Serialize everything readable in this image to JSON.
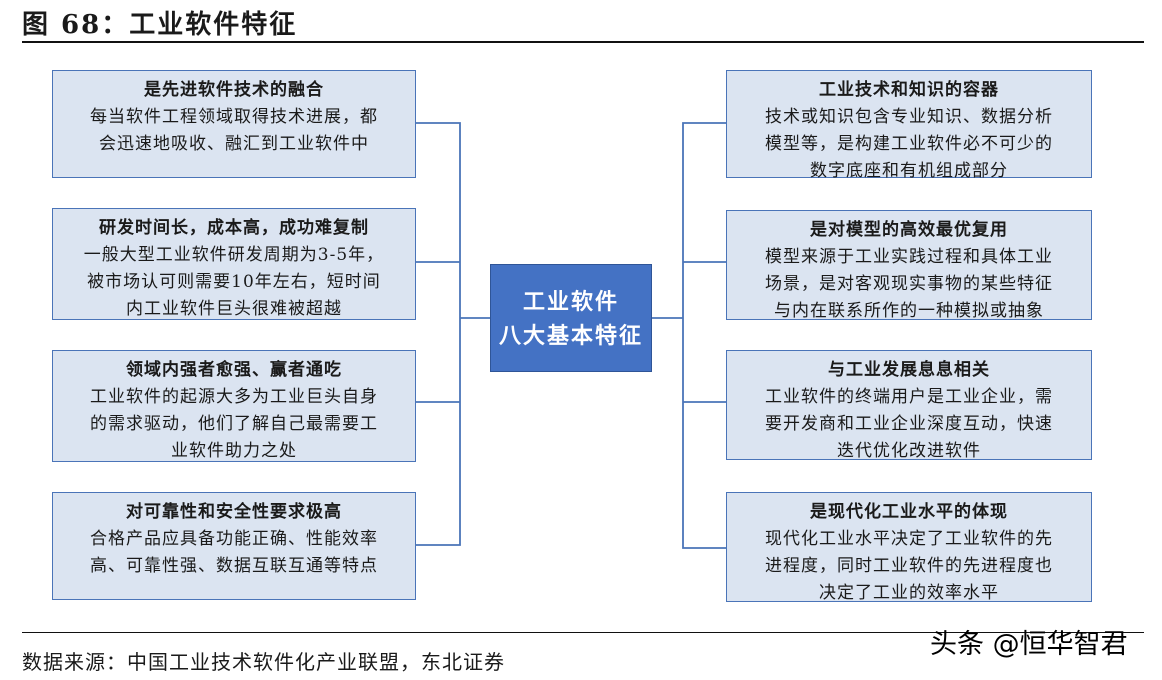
{
  "figure_title": "图 68：工业软件特征",
  "center": {
    "line1": "工业软件",
    "line2": "八大基本特征"
  },
  "left_boxes": [
    {
      "head": "是先进软件技术的融合",
      "body": [
        "每当软件工程领域取得技术进展，都",
        "会迅速地吸收、融汇到工业软件中"
      ]
    },
    {
      "head": "研发时间长，成本高，成功难复制",
      "body": [
        "一般大型工业软件研发周期为3-5年，",
        "被市场认可则需要10年左右，短时间",
        "内工业软件巨头很难被超越"
      ]
    },
    {
      "head": "领域内强者愈强、赢者通吃",
      "body": [
        "工业软件的起源大多为工业巨头自身",
        "的需求驱动，他们了解自己最需要工",
        "业软件助力之处"
      ]
    },
    {
      "head": "对可靠性和安全性要求极高",
      "body": [
        "合格产品应具备功能正确、性能效率",
        "高、可靠性强、数据互联互通等特点"
      ]
    }
  ],
  "right_boxes": [
    {
      "head": "工业技术和知识的容器",
      "body": [
        "技术或知识包含专业知识、数据分析",
        "模型等，是构建工业软件必不可少的",
        "数字底座和有机组成部分"
      ]
    },
    {
      "head": "是对模型的高效最优复用",
      "body": [
        "模型来源于工业实践过程和具体工业",
        "场景，是对客观现实事物的某些特征",
        "与内在联系所作的一种模拟或抽象"
      ]
    },
    {
      "head": "与工业发展息息相关",
      "body": [
        "工业软件的终端用户是工业企业，需",
        "要开发商和工业企业深度互动，快速",
        "迭代优化改进软件"
      ]
    },
    {
      "head": "是现代化工业水平的体现",
      "body": [
        "现代化工业水平决定了工业软件的先",
        "进程度，同时工业软件的先进程度也",
        "决定了工业的效率水平"
      ]
    }
  ],
  "source": "数据来源：中国工业技术软件化产业联盟，东北证券",
  "watermark": "头条 @恒华智君",
  "colors": {
    "box_fill": "#dbe4f1",
    "box_border": "#4a74b8",
    "center_fill": "#4472c4",
    "connector": "#4a74b8"
  }
}
